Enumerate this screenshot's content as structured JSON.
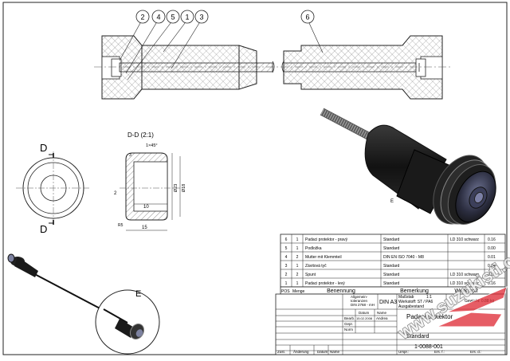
{
  "balloons": [
    "2",
    "4",
    "5",
    "1",
    "3",
    "6"
  ],
  "section_label": "D-D (2:1)",
  "view_letter": "D",
  "detail_letter": "E",
  "dims": {
    "chamfer": "1×45°",
    "top": "3",
    "d1": "Ø23",
    "d2": "Ø18",
    "gap": "2",
    "inner": "10",
    "length": "15",
    "radius": "R5"
  },
  "bom": {
    "rows": [
      {
        "pos": "6",
        "qty": "1",
        "name": "Padaci protektor - pravý",
        "std": "Standard",
        "mat": "LD 310 schwarz",
        "mass": "0.16"
      },
      {
        "pos": "5",
        "qty": "1",
        "name": "Podložka",
        "std": "Standard",
        "mat": "",
        "mass": "0.00"
      },
      {
        "pos": "4",
        "qty": "2",
        "name": "Mutter mit Klemmteil",
        "std": "DIN EN ISO 7040 - M8",
        "mat": "",
        "mass": "0.01"
      },
      {
        "pos": "3",
        "qty": "1",
        "name": "Závitová tyč",
        "std": "Standard",
        "mat": "",
        "mass": "0.04"
      },
      {
        "pos": "2",
        "qty": "2",
        "name": "Spunt",
        "std": "Standard",
        "mat": "LD 310 schwarz",
        "mass": "0.00"
      },
      {
        "pos": "1",
        "qty": "1",
        "name": "Padaci protektor - levý",
        "std": "Standard",
        "mat": "LD 310 schwarz",
        "mass": "0.16"
      }
    ],
    "headers": {
      "pos": "POS",
      "qty": "Menge",
      "name": "Benennung",
      "std": "Bemerkung",
      "mat": "Werkstoff"
    }
  },
  "title_block": {
    "format": "DIN A3",
    "tolerance": [
      "Allgemein-",
      "toleranzen",
      "DIN 2768 - mH"
    ],
    "scale_label": "Maßstab",
    "scale": "1:1",
    "material_line": "Werkstoff: ST / PA6",
    "status": "Ausgabestand",
    "mass": "Gewicht: 0.88 kg",
    "title": "Padaci protektor",
    "company": "Standard",
    "drawing_no": "1-0088-001",
    "labels": {
      "datum": "Datum",
      "name": "Name",
      "bearb": "Bearb.",
      "gepr": "Gepr.",
      "norm": "Norm",
      "zust": "Zust.",
      "aend": "Änderung",
      "name2": "Name",
      "datum2": "Datum"
    },
    "date": "15.02.2008",
    "author": "Andrea",
    "ursp": "Urspr.:",
    "ers_f": "Ers. f.:",
    "ers_d": "Ers. d.:"
  },
  "watermark": "www.suzukisti.cz"
}
